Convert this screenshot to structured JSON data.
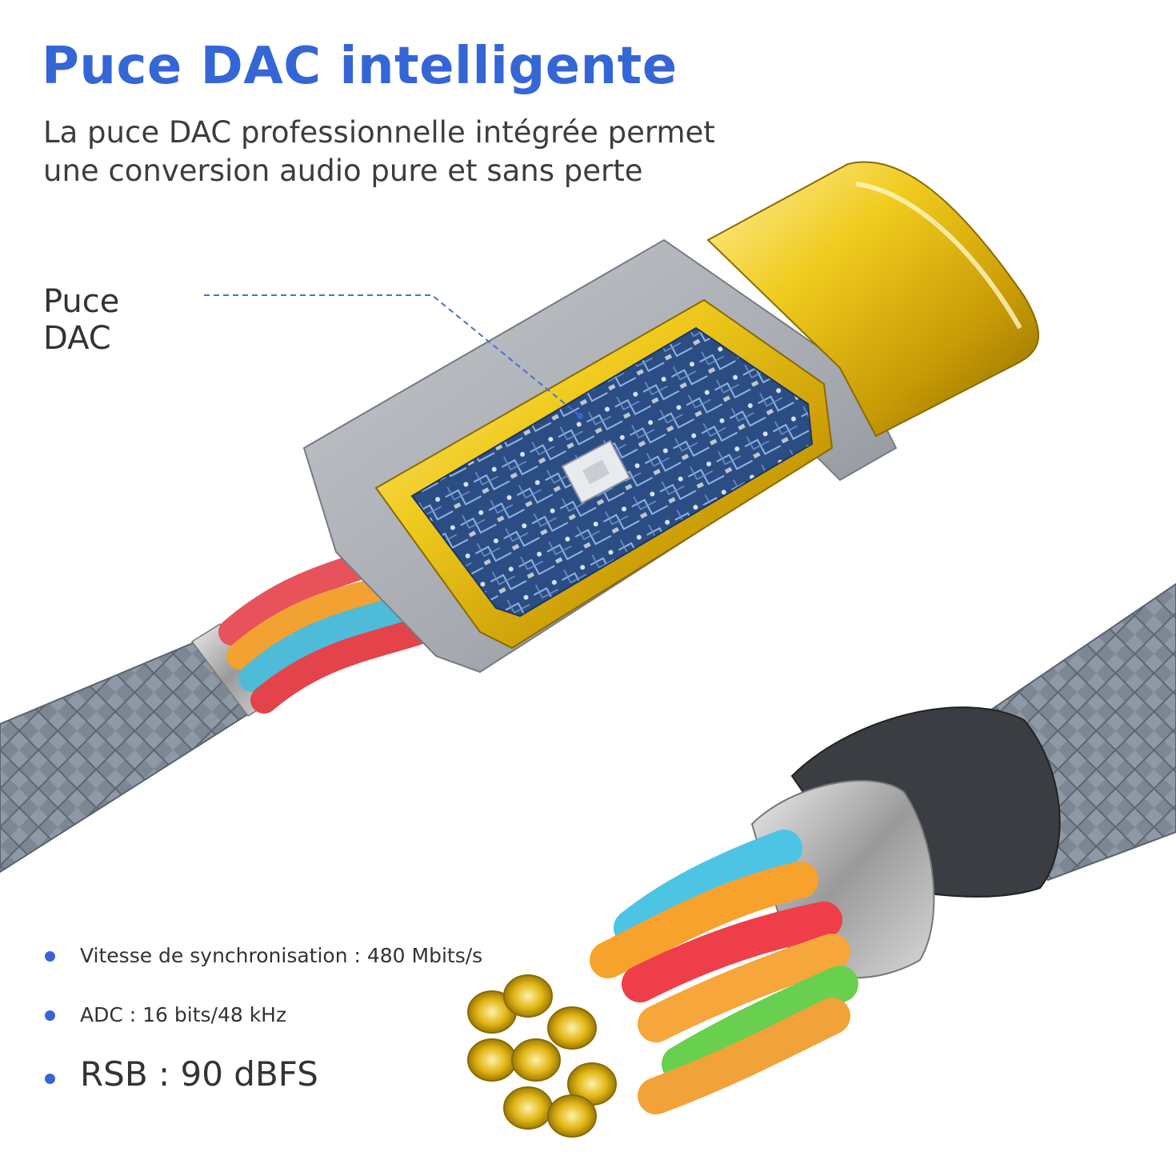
{
  "header": {
    "title": "Puce DAC intelligente",
    "subtitle_lines": [
      "La puce DAC professionnelle intégrée permet",
      "une conversion audio pure et sans perte"
    ]
  },
  "callout": {
    "lines": [
      "Puce",
      "DAC"
    ]
  },
  "specs": [
    "Vitesse de synchronisation : 480 Mbits/s",
    "ADC : 16 bits/48 kHz",
    "RSB : 90 dBFS"
  ],
  "colors": {
    "title": "#3566d6",
    "accent_dot": "#3a63d4",
    "braid": "#7d8794",
    "gold": "#e2b913",
    "housing": "#a9adb2",
    "pcb": "#2d4f86"
  },
  "icons": {
    "bullet": "dot-icon",
    "connector": "usb-c-connector-icon"
  }
}
